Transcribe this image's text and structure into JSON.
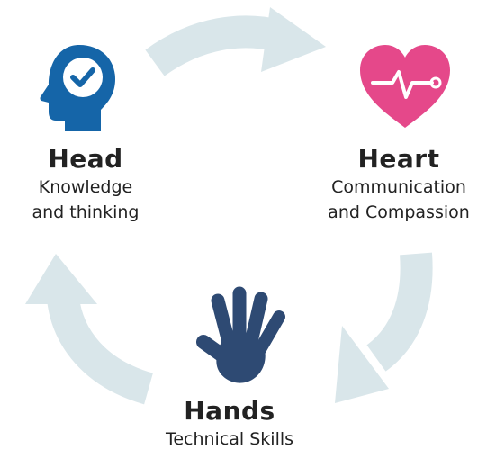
{
  "nodes": {
    "head": {
      "title": "Head",
      "line1": "Knowledge",
      "line2": "and thinking",
      "color": "#1565a8",
      "icon": "head-check-icon"
    },
    "heart": {
      "title": "Heart",
      "line1": "Communication",
      "line2": "and Compassion",
      "color": "#e5488a",
      "icon": "heartbeat-icon"
    },
    "hands": {
      "title": "Hands",
      "line1": "Technical Skills",
      "color": "#2e4a73",
      "icon": "hand-icon"
    }
  },
  "arrow_color": "#d9e6ea"
}
